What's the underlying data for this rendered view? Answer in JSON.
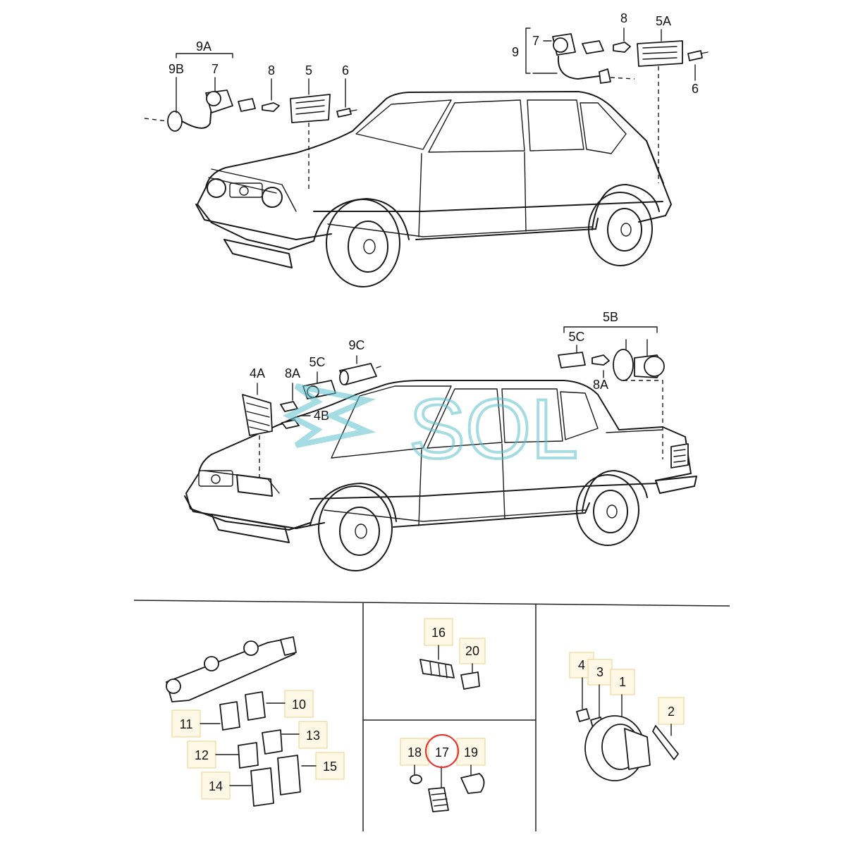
{
  "watermark": {
    "text": "SOL",
    "color": "#5cc0cc"
  },
  "highlight_color": "#e53935",
  "label_box_color": "#fff8e6",
  "top_car": {
    "labels": {
      "l_9A": "9A",
      "l_9B": "9B",
      "l_7": "7",
      "l_8": "8",
      "l_5": "5",
      "l_6": "6",
      "r_9": "9",
      "r_7": "7",
      "r_8": "8",
      "r_5A": "5A",
      "r_6": "6"
    }
  },
  "mid_car": {
    "labels": {
      "l_4A": "4A",
      "l_8A": "8A",
      "l_5C": "5C",
      "l_9C": "9C",
      "l_4B": "4B",
      "r_5B": "5B",
      "r_5C": "5C",
      "r_8A": "8A"
    }
  },
  "panels": {
    "left": {
      "labels": [
        "10",
        "11",
        "12",
        "13",
        "14",
        "15"
      ]
    },
    "mid_top": {
      "labels": [
        "16",
        "20"
      ]
    },
    "mid_bottom": {
      "labels": [
        "18",
        "17",
        "19"
      ],
      "highlighted": "17"
    },
    "right": {
      "labels": [
        "4",
        "3",
        "1",
        "2"
      ]
    }
  }
}
